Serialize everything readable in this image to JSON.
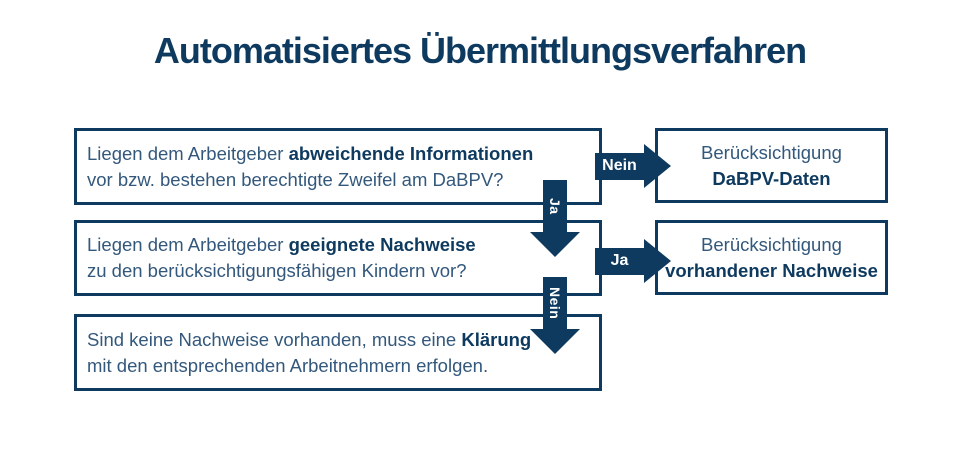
{
  "title": "Automatisiertes Übermittlungsverfahren",
  "colors": {
    "navy": "#0E3A5F",
    "body_text": "#33587C",
    "arrow_label": "#FFFFFF"
  },
  "questions": [
    {
      "line1_regular": "Liegen dem Arbeitgeber ",
      "line1_bold": "abweichende Informationen",
      "line2": "vor bzw. bestehen berechtigte Zweifel am DaBPV?"
    },
    {
      "line1_regular": "Liegen dem Arbeitgeber ",
      "line1_bold": "geeignete Nachweise",
      "line2": "zu den berücksichtigungsfähigen Kindern vor?"
    },
    {
      "line1_regular": "Sind keine Nachweise vorhanden, muss eine ",
      "line1_bold": "Klärung",
      "line2": "mit den entsprechenden Arbeitnehmern erfolgen."
    }
  ],
  "results": [
    {
      "line1": "Berücksichtigung",
      "line2_bold": "DaBPV-Daten"
    },
    {
      "line1": "Berücksichtigung",
      "line2_bold": "vorhandener Nachweise"
    }
  ],
  "arrows": {
    "row1_right_label": "Nein",
    "row2_right_label": "Ja",
    "down1_label": "Ja",
    "down2_label": "Nein"
  }
}
